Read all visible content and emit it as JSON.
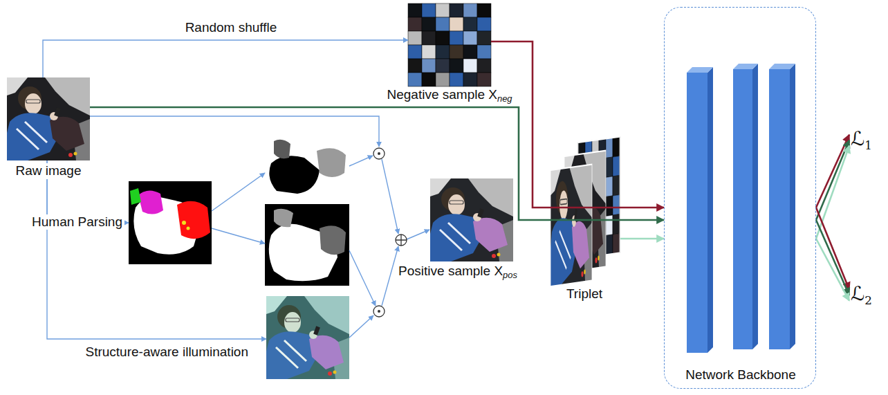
{
  "diagram": {
    "nodes": [
      {
        "text": [
          "Raw image"
        ]
      },
      {
        "text": [
          "Negative sample X",
          "neg"
        ]
      },
      {
        "text": [
          "Human Parsing"
        ]
      },
      {
        "text": [
          "Positive sample X",
          "pos"
        ]
      },
      {
        "text": [
          "Structure-aware illumination"
        ]
      },
      {
        "text": [
          "Triplet"
        ]
      },
      {
        "text": [
          "Network Backbone"
        ]
      },
      {
        "text": [
          "ℒ",
          "1"
        ]
      },
      {
        "text": [
          "ℒ",
          "2"
        ]
      }
    ],
    "edges": [
      {
        "from": 0,
        "to": 1,
        "label": "Random shuffle",
        "arrow": "to"
      },
      {
        "from": 1,
        "to": 6,
        "arrow": "to"
      },
      {
        "from": 0,
        "to": 6,
        "arrow": "to"
      },
      {
        "from": 5,
        "to": 6,
        "arrow": "to"
      },
      {
        "from": 0,
        "to": 2,
        "arrow": "to"
      },
      {
        "from": 0,
        "to": 4,
        "arrow": "to"
      },
      {
        "from": 6,
        "to": 7,
        "arrow": "to"
      },
      {
        "from": 6,
        "to": 7,
        "arrow": "to"
      },
      {
        "from": 6,
        "to": 7,
        "arrow": "to"
      },
      {
        "from": 6,
        "to": 8,
        "arrow": "to"
      },
      {
        "from": 6,
        "to": 8,
        "arrow": "to"
      },
      {
        "from": 6,
        "to": 8,
        "arrow": "to"
      }
    ]
  }
}
